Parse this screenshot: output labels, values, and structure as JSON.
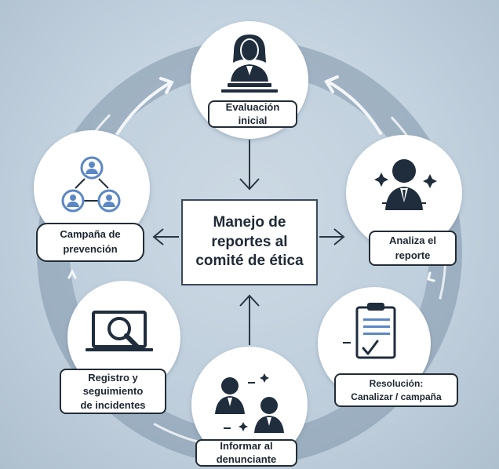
{
  "center": {
    "title": "Manejo de\nreportes al\ncomité de ética"
  },
  "steps": [
    {
      "id": "evaluacion",
      "label": "Evaluación\ninicial",
      "icon": "person-at-podium-icon"
    },
    {
      "id": "analiza",
      "label": "Analiza el\nreporte",
      "icon": "person-with-sparkles-icon"
    },
    {
      "id": "resolucion",
      "label": "Resolución:\nCanalizar / campaña",
      "icon": "clipboard-check-icon"
    },
    {
      "id": "informar",
      "label": "Informar al\ndenunciante",
      "icon": "two-people-communication-icon"
    },
    {
      "id": "registro",
      "label": "Registro y\nseguimiento\nde incidentes",
      "icon": "laptop-magnifier-icon"
    },
    {
      "id": "campana",
      "label": "Campaña de\nprevención",
      "icon": "people-network-icon"
    }
  ],
  "colors": {
    "icon_dark": "#1f2d3d",
    "ring": "#7e93a8",
    "ring_light": "#f4f7fa",
    "circle_fill": "#ffffff",
    "line": "#2a3644",
    "accent_blue": "#5b87c5"
  }
}
